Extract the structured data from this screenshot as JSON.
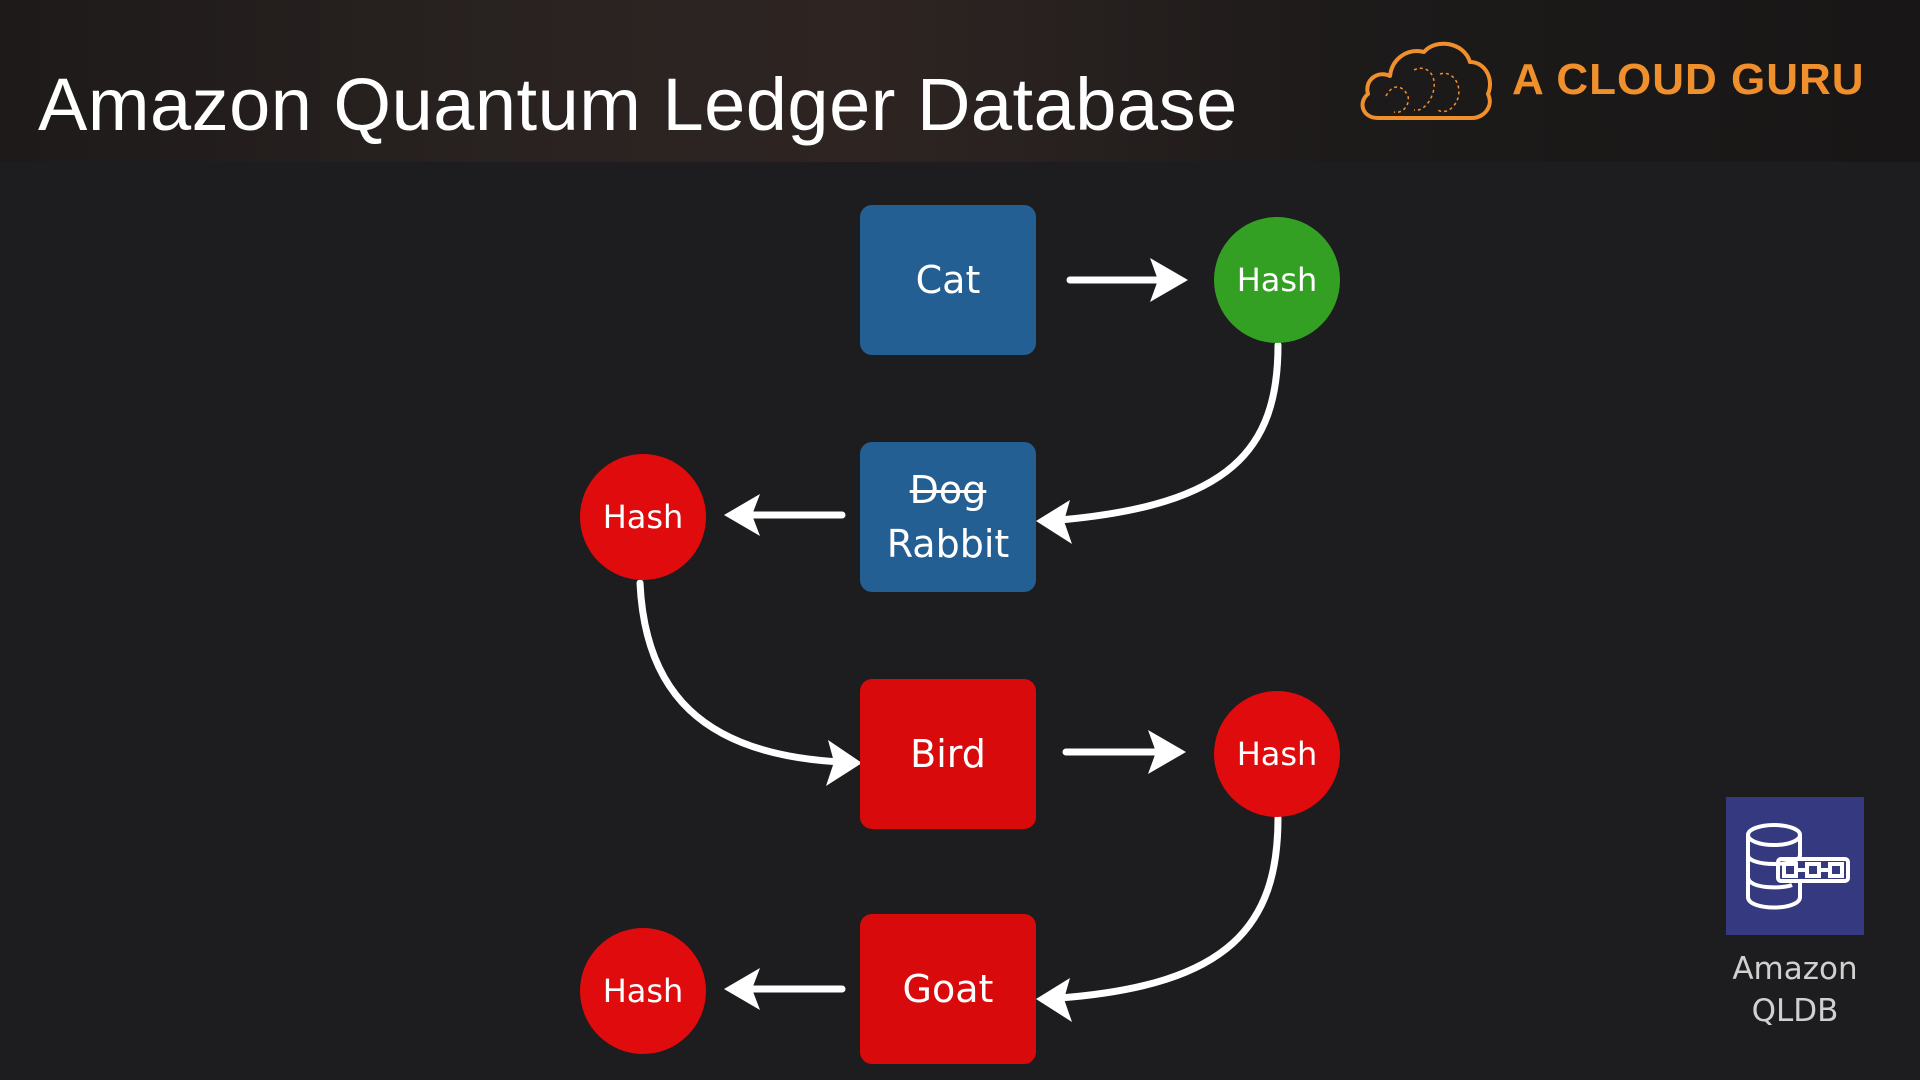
{
  "slide": {
    "title": "Amazon Quantum Ledger Database"
  },
  "brand": {
    "name": "A CLOUD GURU",
    "color": "#f0902c",
    "icon": "cloud-logo-icon"
  },
  "diagram": {
    "blocks": [
      {
        "id": "cat",
        "label": "Cat",
        "color": "#245f94"
      },
      {
        "id": "rabbit",
        "struck_label": "Dog",
        "label": "Rabbit",
        "color": "#245f94"
      },
      {
        "id": "bird",
        "label": "Bird",
        "color": "#d80a0c"
      },
      {
        "id": "goat",
        "label": "Goat",
        "color": "#d80a0c"
      }
    ],
    "hashes": [
      {
        "id": "hash-1",
        "label": "Hash",
        "color": "#34a023"
      },
      {
        "id": "hash-2",
        "label": "Hash",
        "color": "#e00b0d"
      },
      {
        "id": "hash-3",
        "label": "Hash",
        "color": "#e00b0d"
      },
      {
        "id": "hash-4",
        "label": "Hash",
        "color": "#e00b0d"
      }
    ],
    "edges": [
      {
        "from": "cat",
        "to": "hash-1"
      },
      {
        "from": "hash-1",
        "to": "rabbit"
      },
      {
        "from": "rabbit",
        "to": "hash-2"
      },
      {
        "from": "hash-2",
        "to": "bird"
      },
      {
        "from": "bird",
        "to": "hash-3"
      },
      {
        "from": "hash-3",
        "to": "goat"
      },
      {
        "from": "goat",
        "to": "hash-4"
      }
    ]
  },
  "service": {
    "icon": "qldb-database-icon",
    "icon_color": "#353a80",
    "label_line1": "Amazon",
    "label_line2": "QLDB"
  }
}
